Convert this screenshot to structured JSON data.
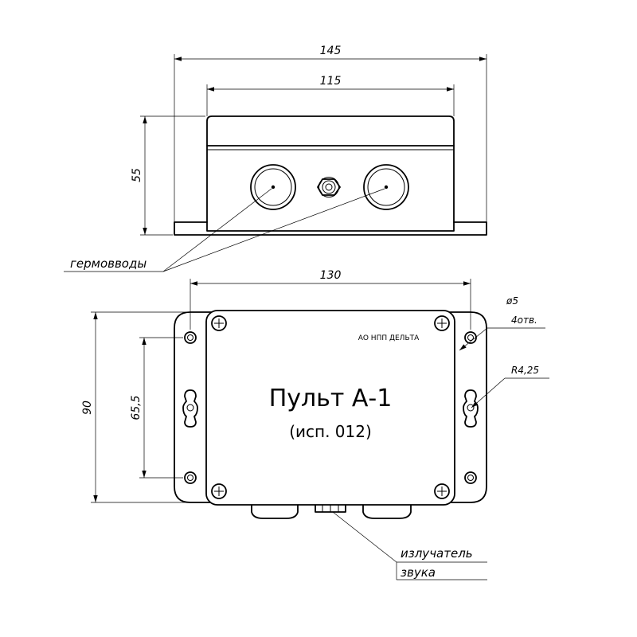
{
  "dimensions": {
    "top_width_total": "145",
    "top_width_body": "115",
    "top_height": "55",
    "bottom_width_mount": "130",
    "bottom_height_total": "90",
    "bottom_height_holes": "65,5",
    "hole_diameter": "ø5",
    "hole_count": "4отв.",
    "corner_radius": "R4,25"
  },
  "callouts": {
    "cable_glands": "гермовводы",
    "sound_emitter_line1": "излучатель",
    "sound_emitter_line2": "звука"
  },
  "panel_label": {
    "manufacturer": "АО НПП ДЕЛЬТА",
    "title": "Пульт А-1",
    "subtitle": "(исп. 012)"
  }
}
